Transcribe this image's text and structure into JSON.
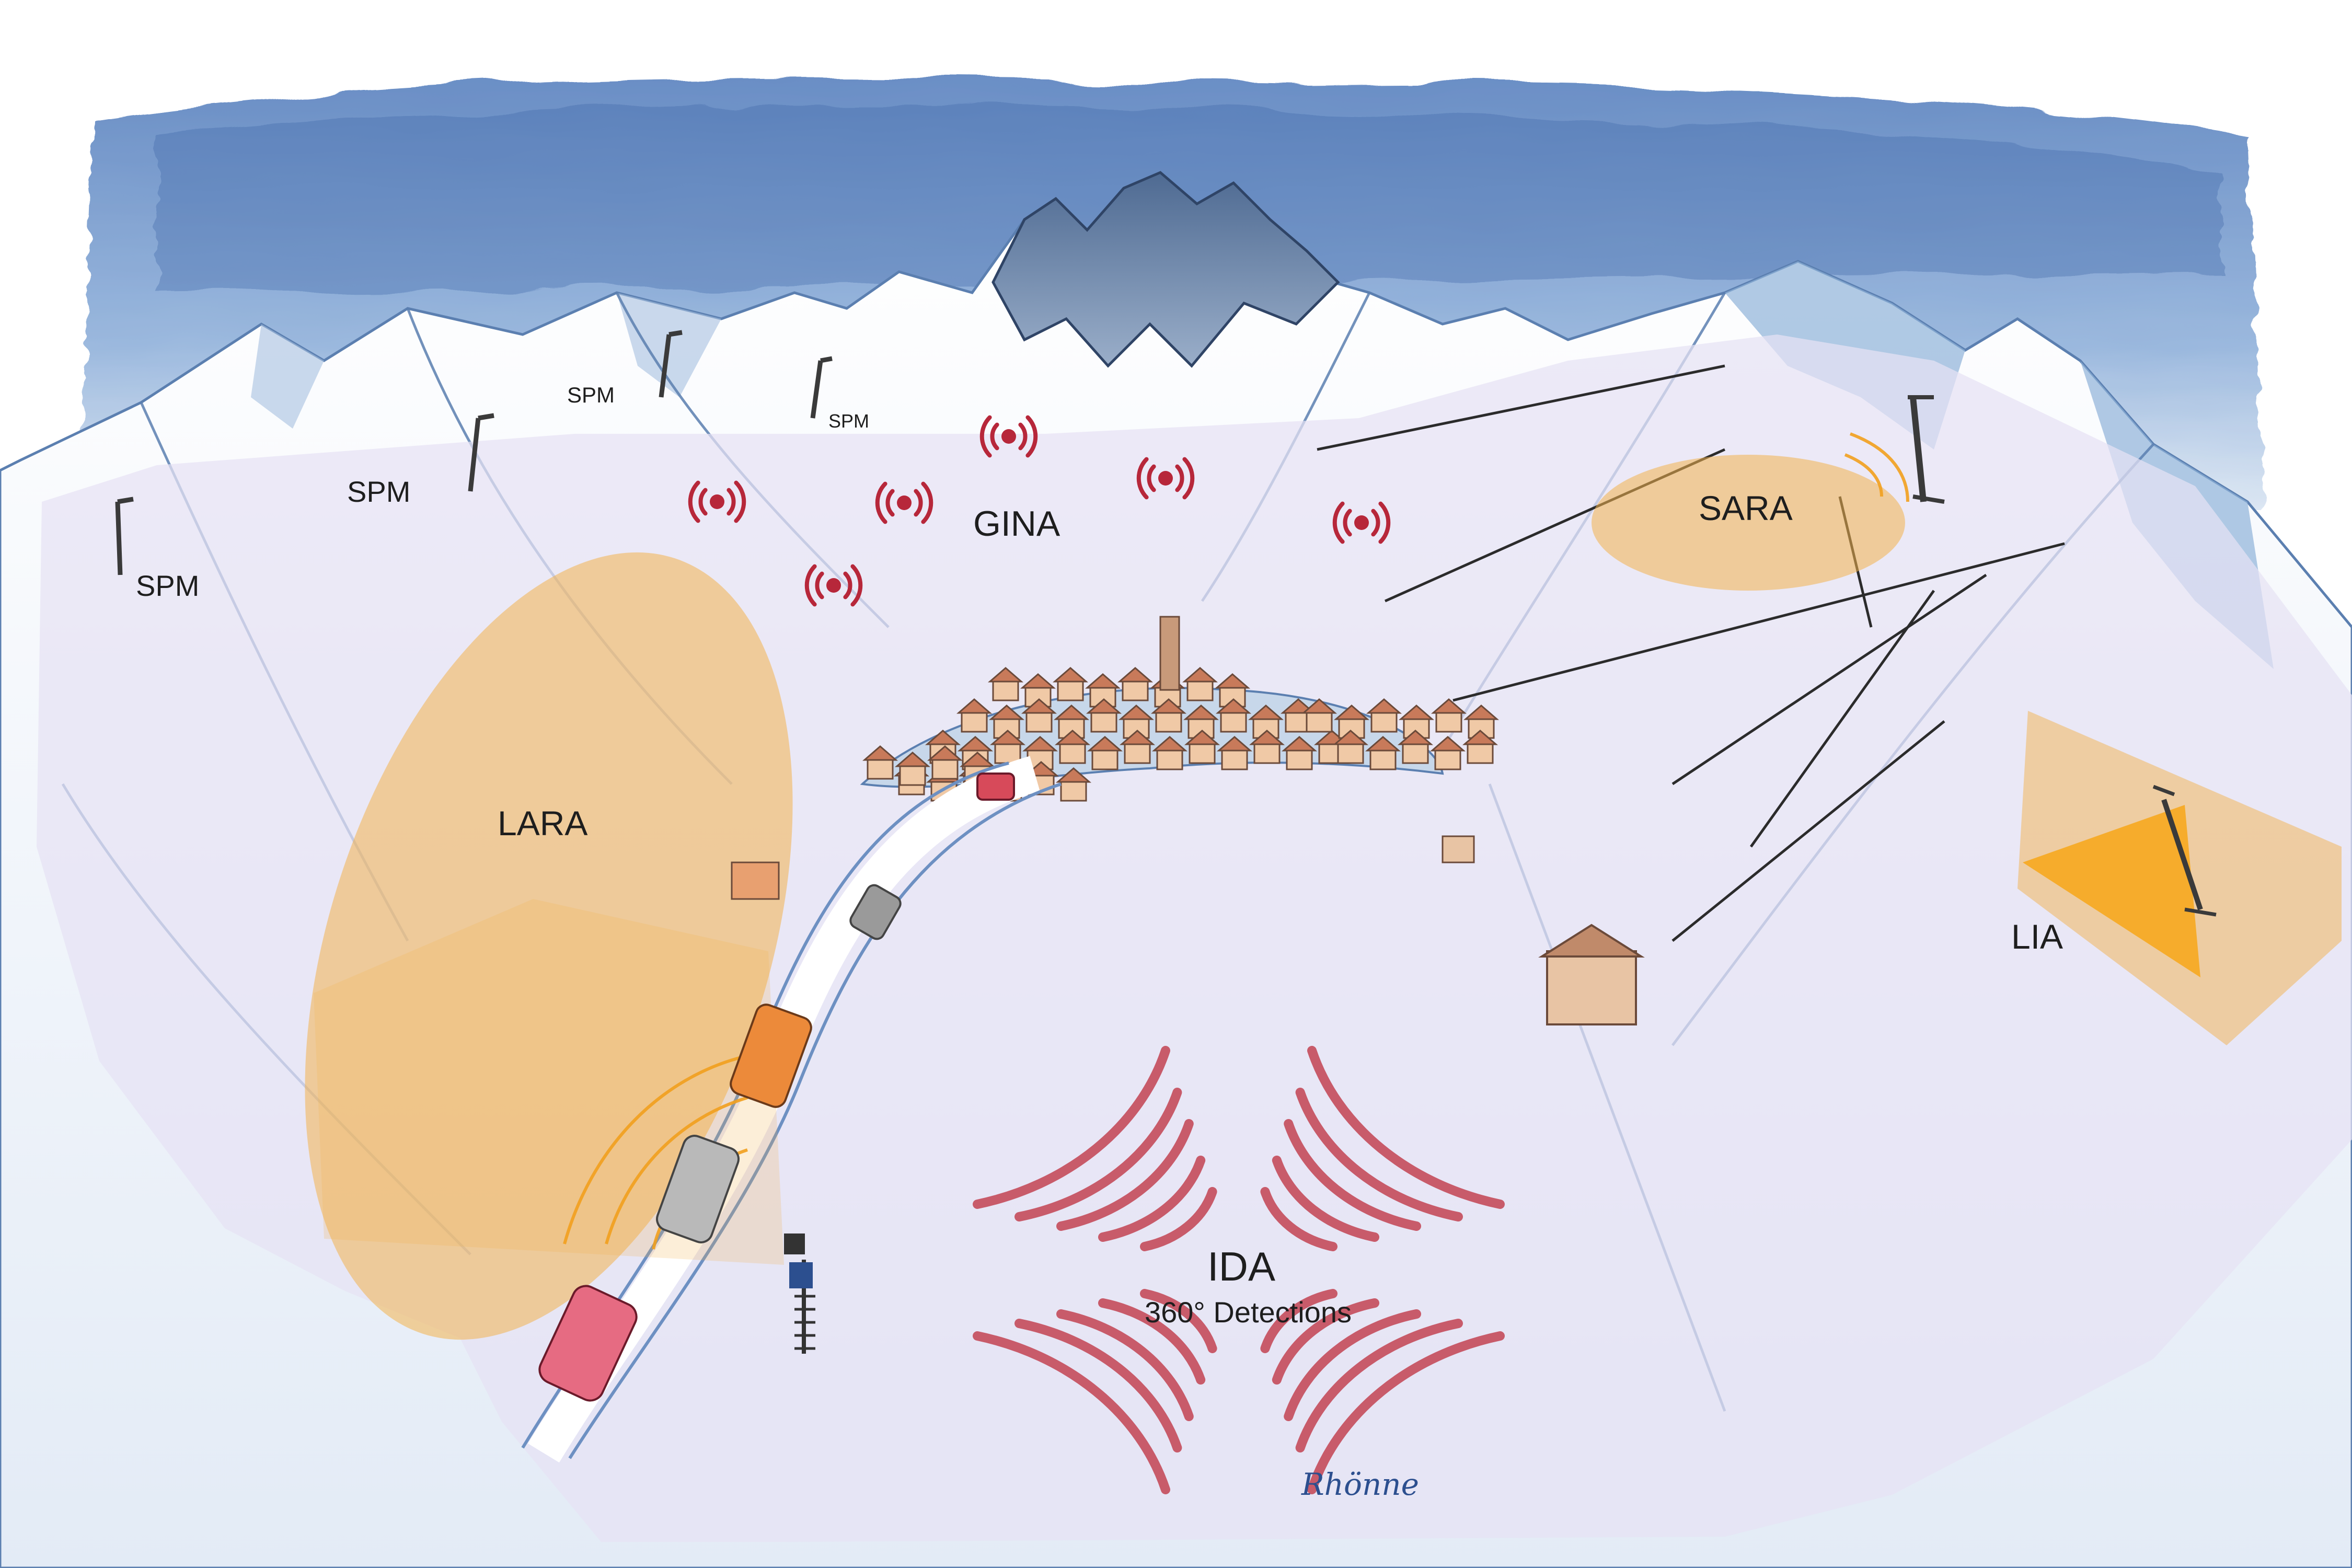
{
  "labels": {
    "spm": [
      "SPM",
      "SPM",
      "SPM",
      "SPM"
    ],
    "gina": "GINA",
    "sara": "SARA",
    "lara": "LARA",
    "lia": "LIA",
    "ida": "IDA",
    "ida_subtitle": "360° Detections"
  },
  "signature": "Rhönne",
  "colors": {
    "sky": "#4f79b8",
    "zone_fill": "#e6e2f4",
    "sensor_orange": "#f2b24e",
    "radar_red": "#b7273a",
    "ida_rings": "#c85b6a",
    "lia_triangle": "#f6a81f"
  }
}
